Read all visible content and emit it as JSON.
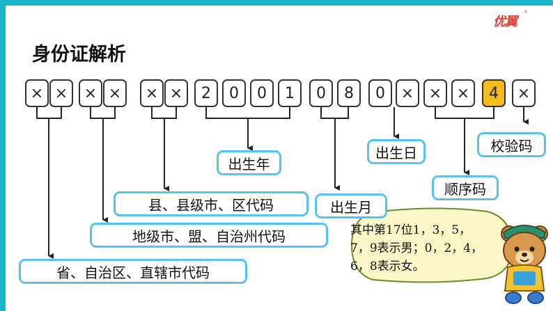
{
  "brand": {
    "logo_text": "优翼",
    "logo_mark": "®"
  },
  "title": "身份证解析",
  "digits": [
    "×",
    "×",
    "×",
    "×",
    "×",
    "×",
    "2",
    "0",
    "0",
    "1",
    "0",
    "8",
    "0",
    "×",
    "×",
    "×",
    "4",
    "×"
  ],
  "labels": {
    "birth_year": "出生年",
    "birth_day": "出生日",
    "check_code": "校验码",
    "sequence_code": "顺序码",
    "county_code": "县、县级市、区代码",
    "birth_month": "出生月",
    "city_code": "地级市、盟、自治州代码",
    "province_code": "省、自治区、直辖市代码"
  },
  "note": {
    "line1": "其中第17位1，3，5，",
    "line2": "7，9表示男；0，2，4，",
    "line3": "6，8表示女。"
  },
  "colors": {
    "theme_bar": "#17b3c8",
    "label_border": "#55c3ee",
    "highlight_digit": "#f6bc1c",
    "bubble_fill": "#fbf6c8",
    "bubble_border": "#6a8a2a"
  },
  "icons": {
    "mascot": "bear-mascot-icon"
  }
}
